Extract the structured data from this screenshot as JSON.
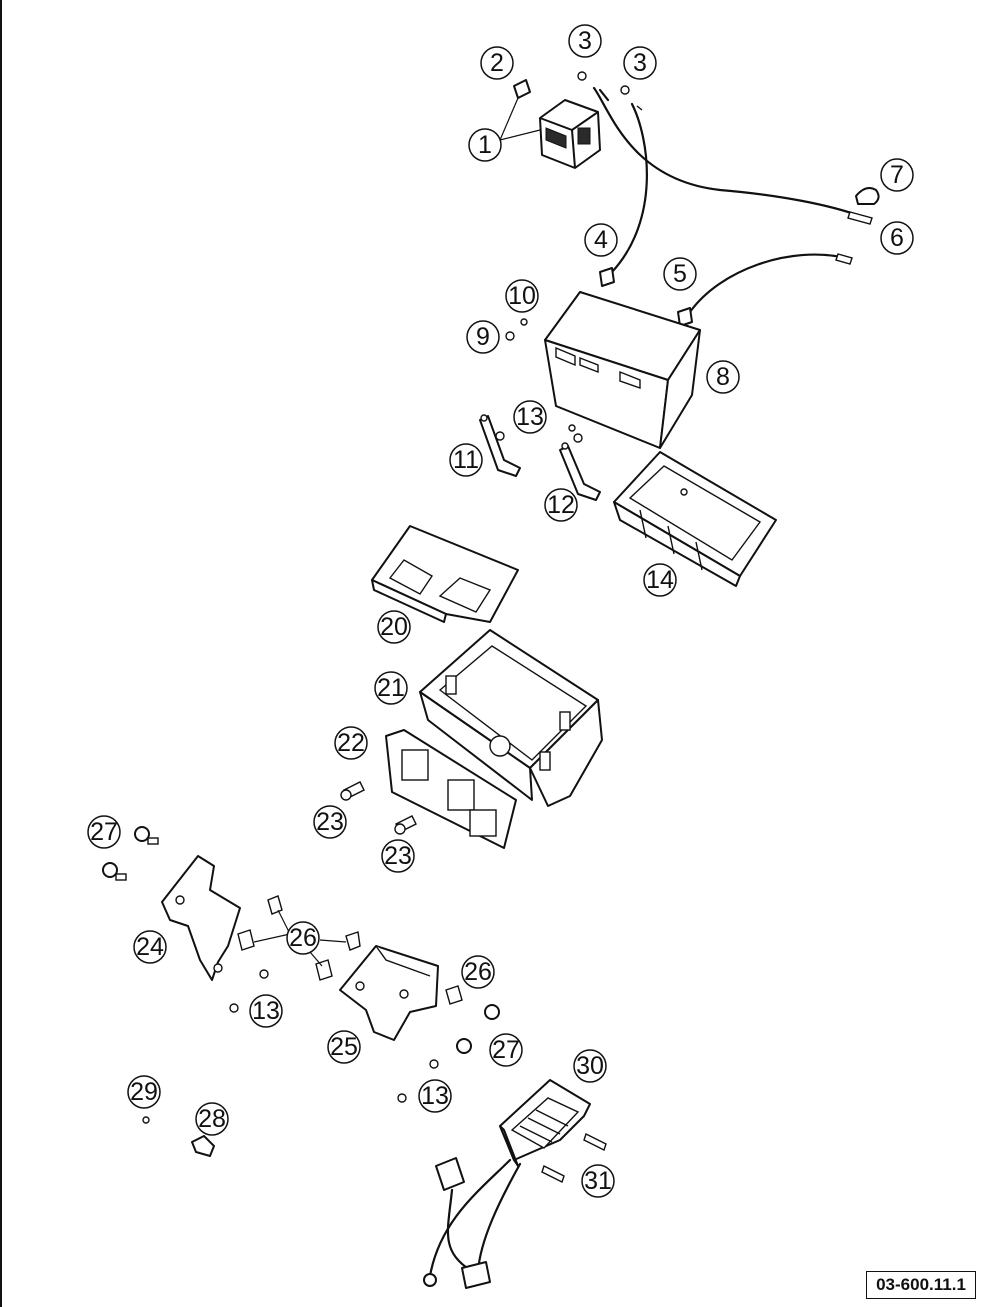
{
  "diagram": {
    "reference_code": "03-600.11.1",
    "callouts": [
      "1",
      "2",
      "3",
      "3",
      "4",
      "5",
      "6",
      "7",
      "8",
      "9",
      "10",
      "11",
      "12",
      "13",
      "13",
      "13",
      "14",
      "20",
      "21",
      "22",
      "23",
      "23",
      "24",
      "25",
      "26",
      "26",
      "27",
      "27",
      "28",
      "29",
      "30",
      "31"
    ]
  }
}
